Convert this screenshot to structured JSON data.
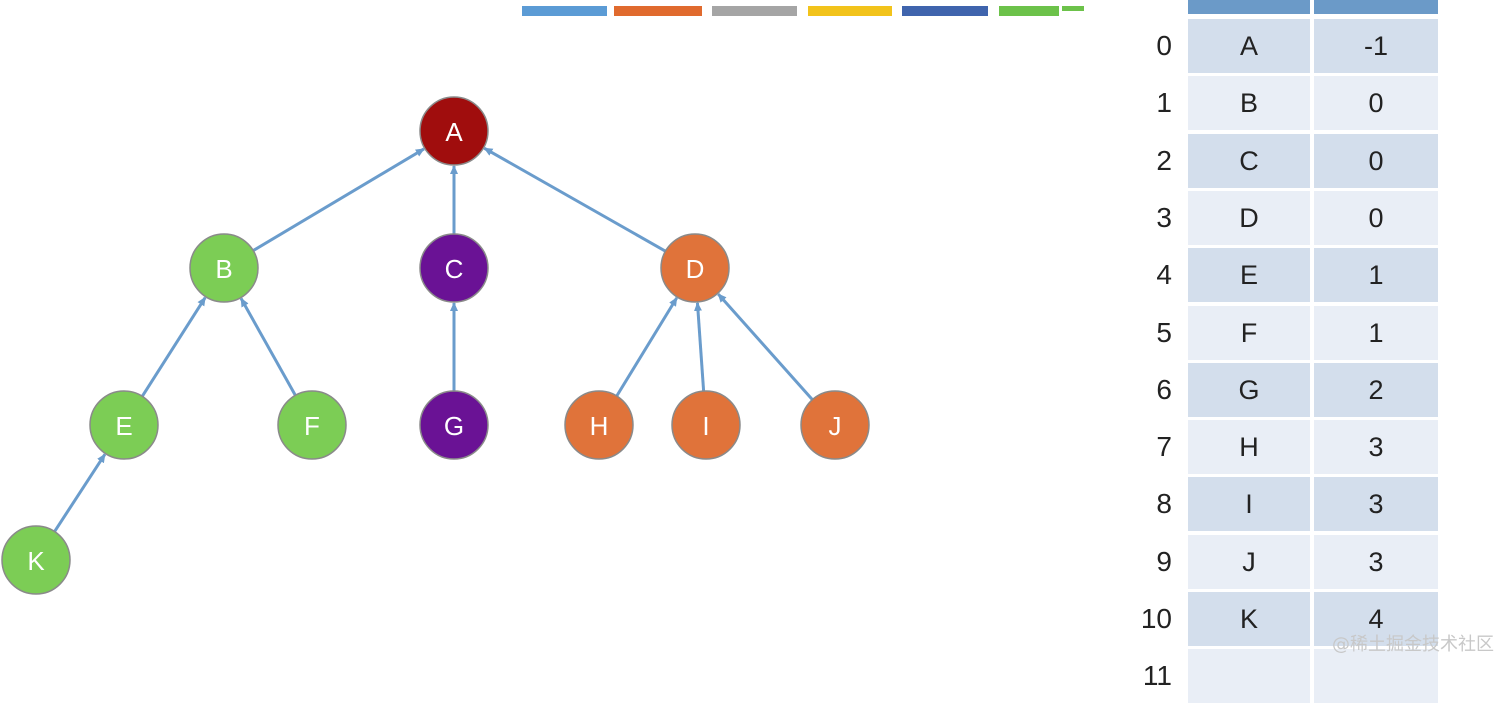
{
  "legend_strip_colors": [
    "#5b9bd5",
    "#e06a2e",
    "#a5a5a5",
    "#f2c31b",
    "#3f64ad",
    "#6cc24a"
  ],
  "nodes": [
    {
      "id": "A",
      "label": "A",
      "color": "#a00d0d"
    },
    {
      "id": "B",
      "label": "B",
      "color": "#7ccd55"
    },
    {
      "id": "C",
      "label": "C",
      "color": "#6a1295"
    },
    {
      "id": "D",
      "label": "D",
      "color": "#e0733a"
    },
    {
      "id": "E",
      "label": "E",
      "color": "#7ccd55"
    },
    {
      "id": "F",
      "label": "F",
      "color": "#7ccd55"
    },
    {
      "id": "G",
      "label": "G",
      "color": "#6a1295"
    },
    {
      "id": "H",
      "label": "H",
      "color": "#e0733a"
    },
    {
      "id": "I",
      "label": "I",
      "color": "#e0733a"
    },
    {
      "id": "J",
      "label": "J",
      "color": "#e0733a"
    },
    {
      "id": "K",
      "label": "K",
      "color": "#7ccd55"
    }
  ],
  "edges": [
    {
      "from": "B",
      "to": "A"
    },
    {
      "from": "C",
      "to": "A"
    },
    {
      "from": "D",
      "to": "A"
    },
    {
      "from": "E",
      "to": "B"
    },
    {
      "from": "F",
      "to": "B"
    },
    {
      "from": "G",
      "to": "C"
    },
    {
      "from": "H",
      "to": "D"
    },
    {
      "from": "I",
      "to": "D"
    },
    {
      "from": "J",
      "to": "D"
    },
    {
      "from": "K",
      "to": "E"
    }
  ],
  "edge_color": "#6a9ccc",
  "parent_table": {
    "rows": [
      {
        "index": "0",
        "node": "A",
        "parent": "-1"
      },
      {
        "index": "1",
        "node": "B",
        "parent": "0"
      },
      {
        "index": "2",
        "node": "C",
        "parent": "0"
      },
      {
        "index": "3",
        "node": "D",
        "parent": "0"
      },
      {
        "index": "4",
        "node": "E",
        "parent": "1"
      },
      {
        "index": "5",
        "node": "F",
        "parent": "1"
      },
      {
        "index": "6",
        "node": "G",
        "parent": "2"
      },
      {
        "index": "7",
        "node": "H",
        "parent": "3"
      },
      {
        "index": "8",
        "node": "I",
        "parent": "3"
      },
      {
        "index": "9",
        "node": "J",
        "parent": "3"
      },
      {
        "index": "10",
        "node": "K",
        "parent": "4"
      },
      {
        "index": "11",
        "node": "",
        "parent": ""
      }
    ],
    "header_color": "#6b9ac8",
    "row_color_dark": "#d3deec",
    "row_color_light": "#e9eef6"
  },
  "watermark": "@稀土掘金技术社区"
}
